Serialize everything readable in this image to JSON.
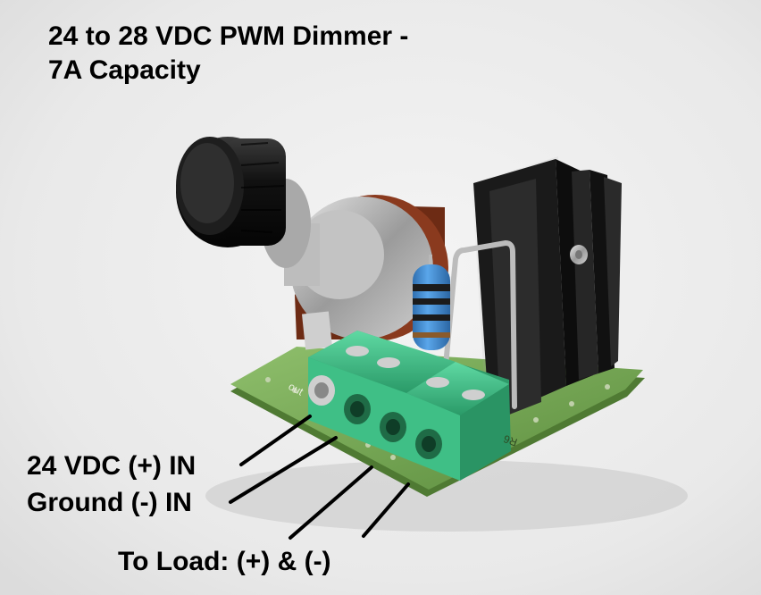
{
  "title": {
    "line1": "24 to 28 VDC PWM Dimmer -",
    "line2": "7A Capacity"
  },
  "callouts": {
    "vin": "24 VDC (+) IN",
    "ground": "Ground (-) IN",
    "load": "To Load:  (+) & (-)"
  },
  "board_silkscreen": {
    "left_mark": "out",
    "right_mark": "R6"
  },
  "colors": {
    "background": "#ffffff",
    "pcb_green": "#6fa04f",
    "terminal_green": "#3fbf86",
    "knob_black": "#111111",
    "pot_brown": "#8a3a1e",
    "resistor_blue": "#3f8fd6",
    "heatsink_black": "#151515",
    "text": "#000000"
  }
}
